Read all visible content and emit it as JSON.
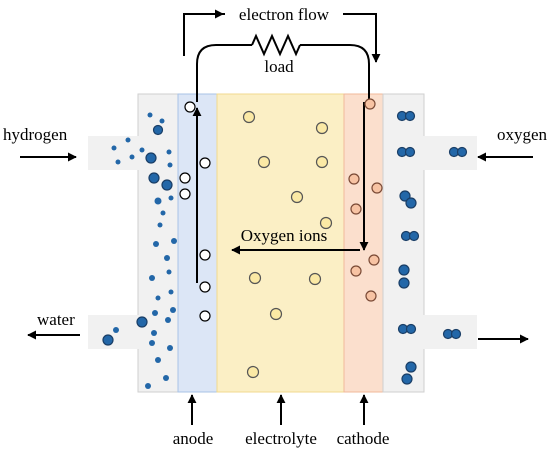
{
  "labels": {
    "electron_flow": "electron flow",
    "load": "load",
    "hydrogen": "hydrogen",
    "oxygen": "oxygen",
    "water": "water",
    "oxygen_ions": "Oxygen ions",
    "anode": "anode",
    "electrolyte": "electrolyte",
    "cathode": "cathode"
  },
  "colors": {
    "fuel_channel": "#f1f1f1",
    "anode": "#dce6f6",
    "electrolyte": "#fbefc5",
    "cathode": "#fbdfcd",
    "air_channel": "#f1f1f1",
    "blue_particle": "#2367a8",
    "electron_particle": "#ffffff",
    "electrolyte_ion": "#fbe9a5",
    "cathode_ion": "#f7c3a3"
  }
}
